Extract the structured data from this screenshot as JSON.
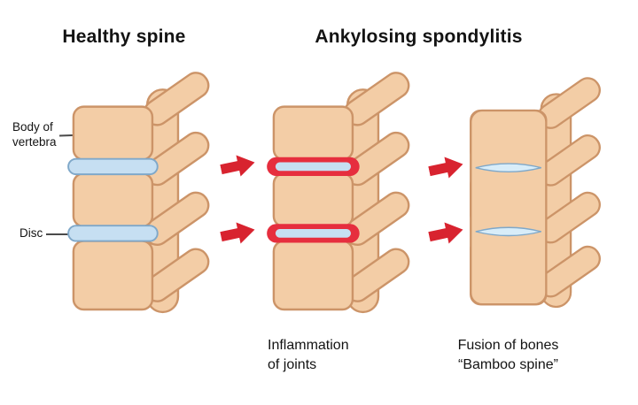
{
  "titles": {
    "healthy": "Healthy spine",
    "diseased": "Ankylosing spondylitis"
  },
  "labels": {
    "body_of_vertebra": "Body of\nvertebra",
    "disc": "Disc"
  },
  "captions": {
    "inflammation": "Inflammation\nof joints",
    "fusion": "Fusion of bones\n“Bamboo spine”"
  },
  "icons": {
    "arrow": "red-right-arrow"
  },
  "colors": {
    "background": "#ffffff",
    "text_color": "#131313",
    "leader_line": "#4a4a4a",
    "bone_fill": "#f3cda6",
    "bone_outline": "#cc9468",
    "disc_fill": "#c6dff2",
    "disc_outline": "#7fa8c9",
    "sliver_fill": "#d8edf9",
    "inflamed_red": "#e62e3e",
    "arrow_red": "#d8232f"
  }
}
